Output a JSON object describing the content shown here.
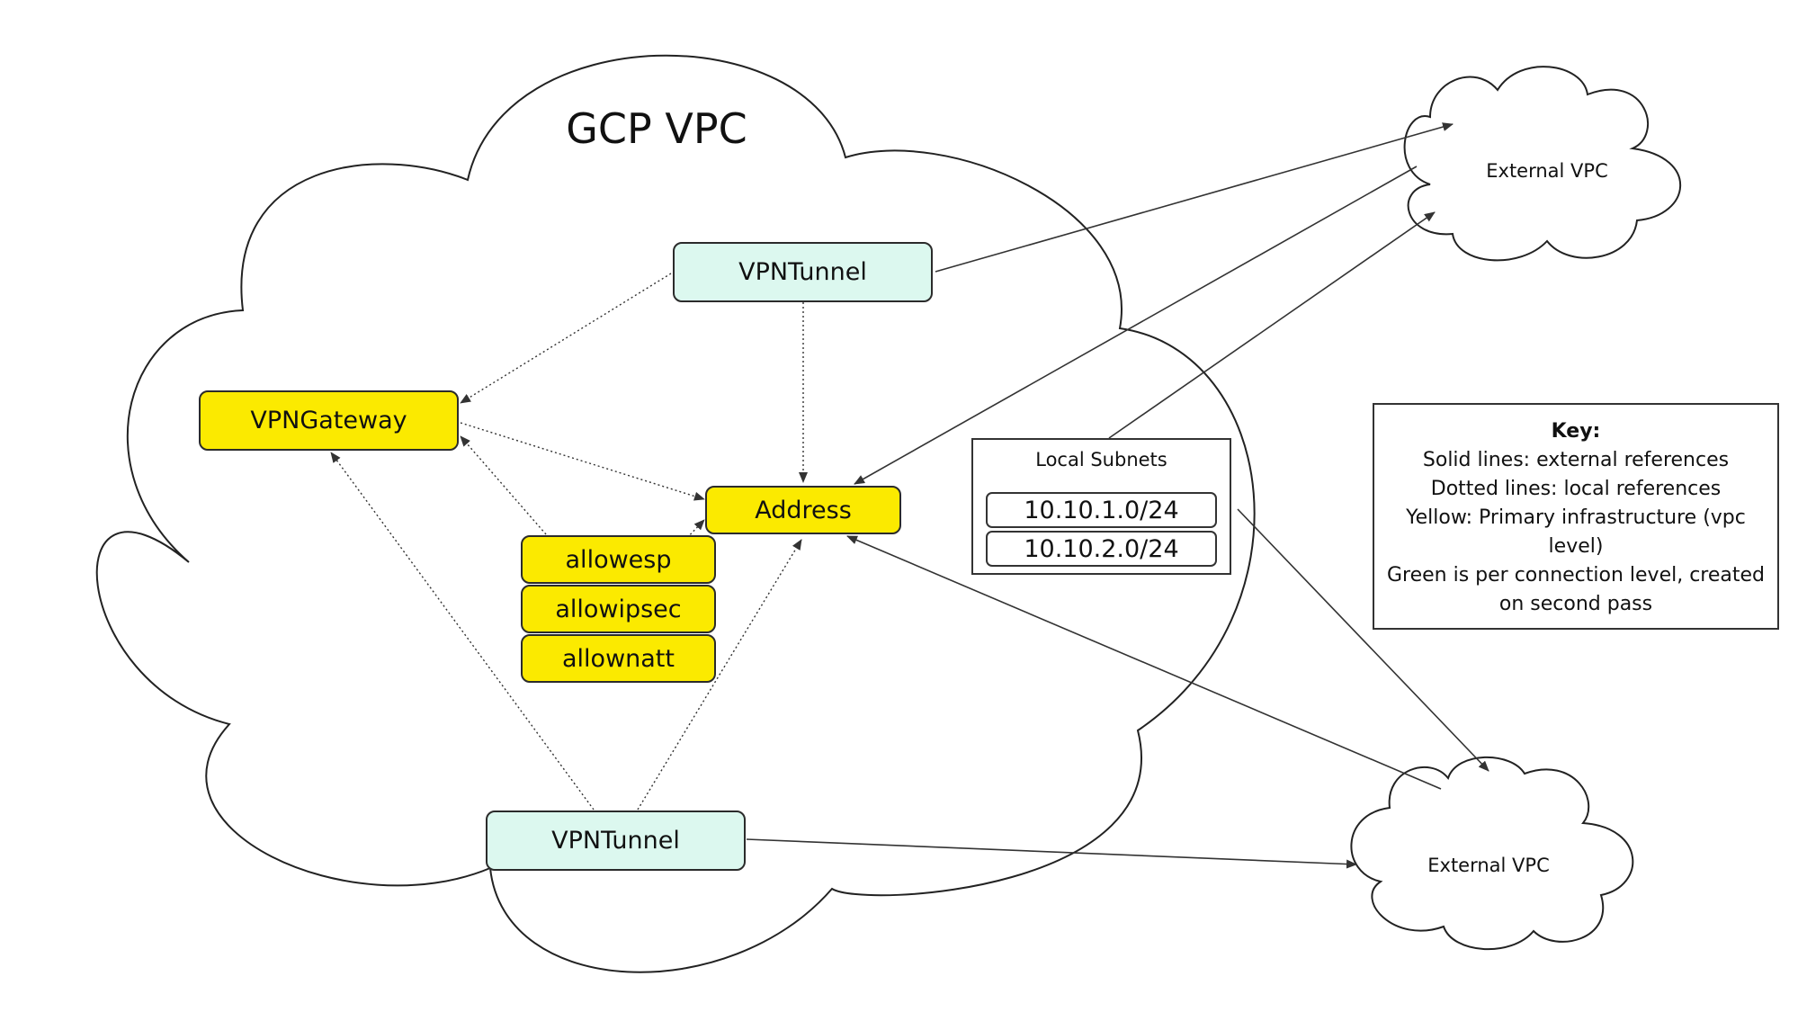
{
  "diagram": {
    "title": "GCP VPC",
    "nodes": {
      "vpn_tunnel_top": "VPNTunnel",
      "vpn_gateway": "VPNGateway",
      "address": "Address",
      "allowesp": "allowesp",
      "allowipsec": "allowipsec",
      "allownatt": "allownatt",
      "vpn_tunnel_bottom": "VPNTunnel"
    },
    "external_vpc_top": "External VPC",
    "external_vpc_bottom": "External VPC",
    "local_subnets": {
      "title": "Local Subnets",
      "subnets": [
        "10.10.1.0/24",
        "10.10.2.0/24"
      ]
    },
    "key": {
      "title": "Key:",
      "lines": [
        "Solid lines: external references",
        "Dotted lines: local references",
        "Yellow: Primary infrastructure (vpc level)",
        "Green is per connection level, created on second pass"
      ]
    },
    "colors": {
      "primary_infrastructure": "#fbea00",
      "per_connection": "#dcf8ef",
      "line": "#333333"
    }
  }
}
